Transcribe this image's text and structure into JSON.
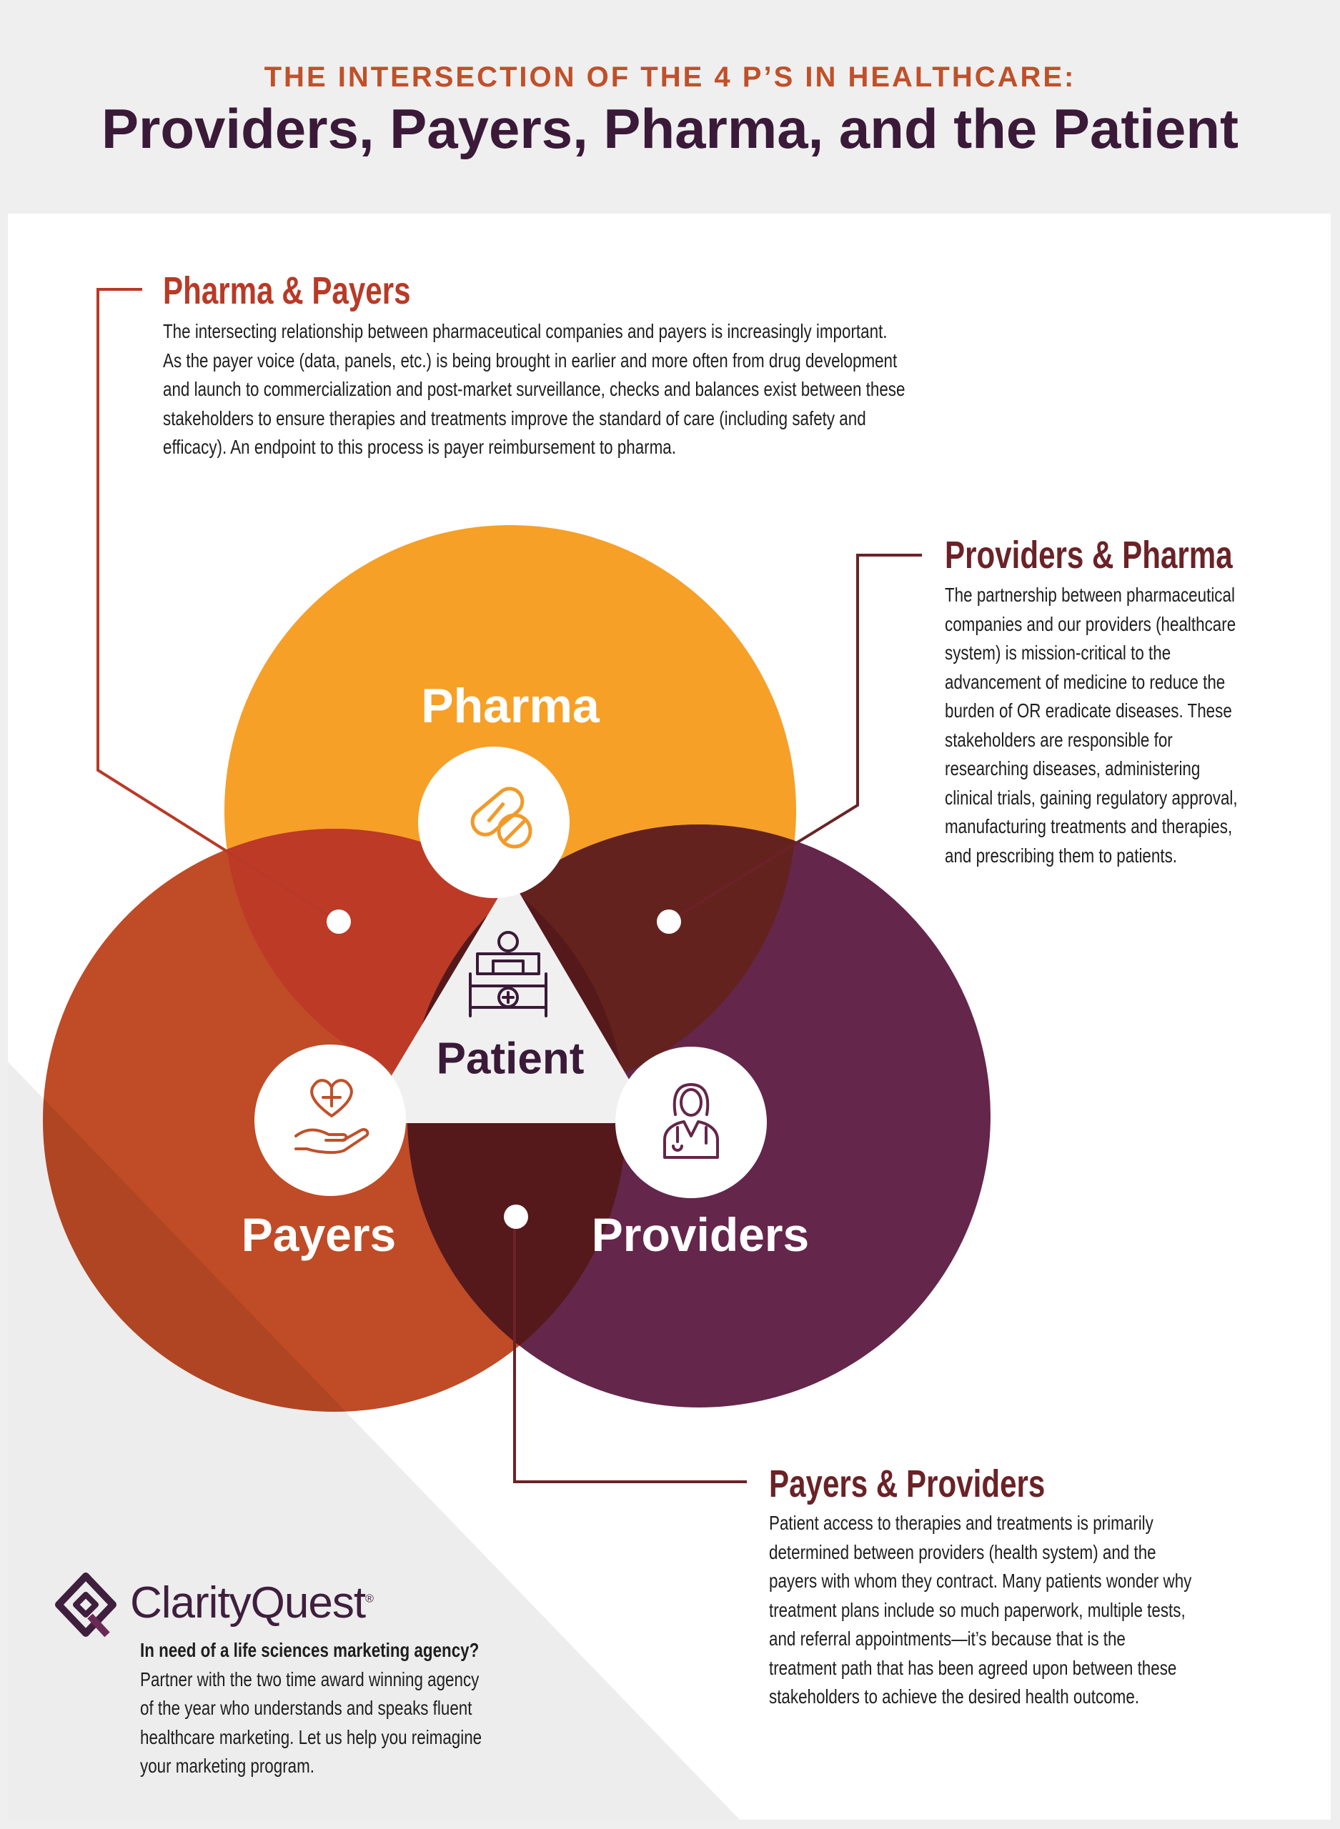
{
  "header": {
    "kicker": "THE INTERSECTION OF THE 4 P’S IN HEALTHCARE:",
    "title": "Providers, Payers, Pharma, and the Patient"
  },
  "circles": {
    "pharma": "Pharma",
    "payers": "Payers",
    "providers": "Providers",
    "patient": "Patient"
  },
  "icons": {
    "pharma": "pills-icon",
    "payers": "hand-heart-icon",
    "providers": "doctor-icon",
    "patient": "patient-bed-icon",
    "logo": "clarityquest-diamond-logo"
  },
  "colors": {
    "pharma": "#f6a028",
    "payers": "#bf4b27",
    "providers": "#64264a",
    "pharma_payers": "#bc3a26",
    "providers_pharma": "#64221f",
    "payers_providers": "#55191b",
    "title_accent": "#c0502a",
    "title_dark": "#3a1a38"
  },
  "sections": {
    "pharma_payers": {
      "heading": "Pharma & Payers",
      "lines": [
        "The intersecting relationship between pharmaceutical companies and payers is increasingly important.",
        "As the payer voice (data, panels, etc.) is being brought in earlier and more often from drug development",
        "and launch to commercialization and post-market surveillance, checks and balances exist between these",
        "stakeholders to ensure therapies and treatments improve the standard of care (including safety and",
        "efficacy). An endpoint to this process is payer reimbursement to pharma."
      ]
    },
    "providers_pharma": {
      "heading": "Providers & Pharma",
      "lines": [
        "The partnership between pharmaceutical",
        "companies and our providers (healthcare",
        "system) is mission-critical to the",
        "advancement of medicine to reduce the",
        "burden of OR eradicate diseases. These",
        "stakeholders are responsible for",
        "researching diseases, administering",
        "clinical trials, gaining regulatory approval,",
        "manufacturing treatments and therapies,",
        "and prescribing them to patients."
      ]
    },
    "payers_providers": {
      "heading": "Payers & Providers",
      "lines": [
        "Patient access to therapies and treatments is primarily",
        "determined between providers (health system) and the",
        "payers with whom they contract. Many patients wonder why",
        "treatment plans include so much paperwork, multiple tests,",
        "and referral appointments—it’s because that is the",
        "treatment path that has been agreed upon between these",
        "stakeholders to achieve the desired health outcome."
      ]
    }
  },
  "footer": {
    "brand": "ClarityQuest",
    "registered": "®",
    "tagline_heading": "In need of a life sciences marketing agency?",
    "tagline_lines": [
      "Partner with the two time award winning agency",
      "of the year who understands and speaks fluent",
      "healthcare marketing. Let us help you reimagine",
      "your marketing program."
    ]
  }
}
